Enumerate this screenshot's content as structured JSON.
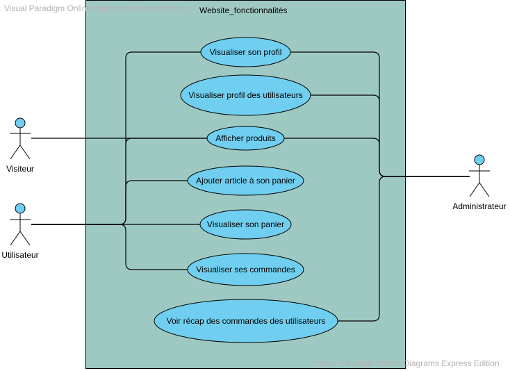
{
  "watermark": "Visual Paradigm Online Diagrams Express Edition",
  "system": {
    "title": "Website_fonctionnalités",
    "fill": "#9ec9c2"
  },
  "actors": [
    {
      "id": "visiteur",
      "label": "Visiteur"
    },
    {
      "id": "utilisateur",
      "label": "Utilisateur"
    },
    {
      "id": "administrateur",
      "label": "Administrateur"
    }
  ],
  "use_cases": [
    {
      "id": "uc1",
      "label": "Visualiser son profil"
    },
    {
      "id": "uc2",
      "label": "Visualiser profil des utilisateurs"
    },
    {
      "id": "uc3",
      "label": "Afficher produits"
    },
    {
      "id": "uc4",
      "label": "Ajouter article à son panier"
    },
    {
      "id": "uc5",
      "label": "Visualiser son panier"
    },
    {
      "id": "uc6",
      "label": "Visualiser ses commandes"
    },
    {
      "id": "uc7",
      "label": "Voir récap des commandes des utilisateurs"
    }
  ],
  "colors": {
    "use_case_fill": "#70cff0",
    "actor_fill": "#70cff0",
    "stroke": "#000000",
    "watermark": "#b3b3b3"
  }
}
